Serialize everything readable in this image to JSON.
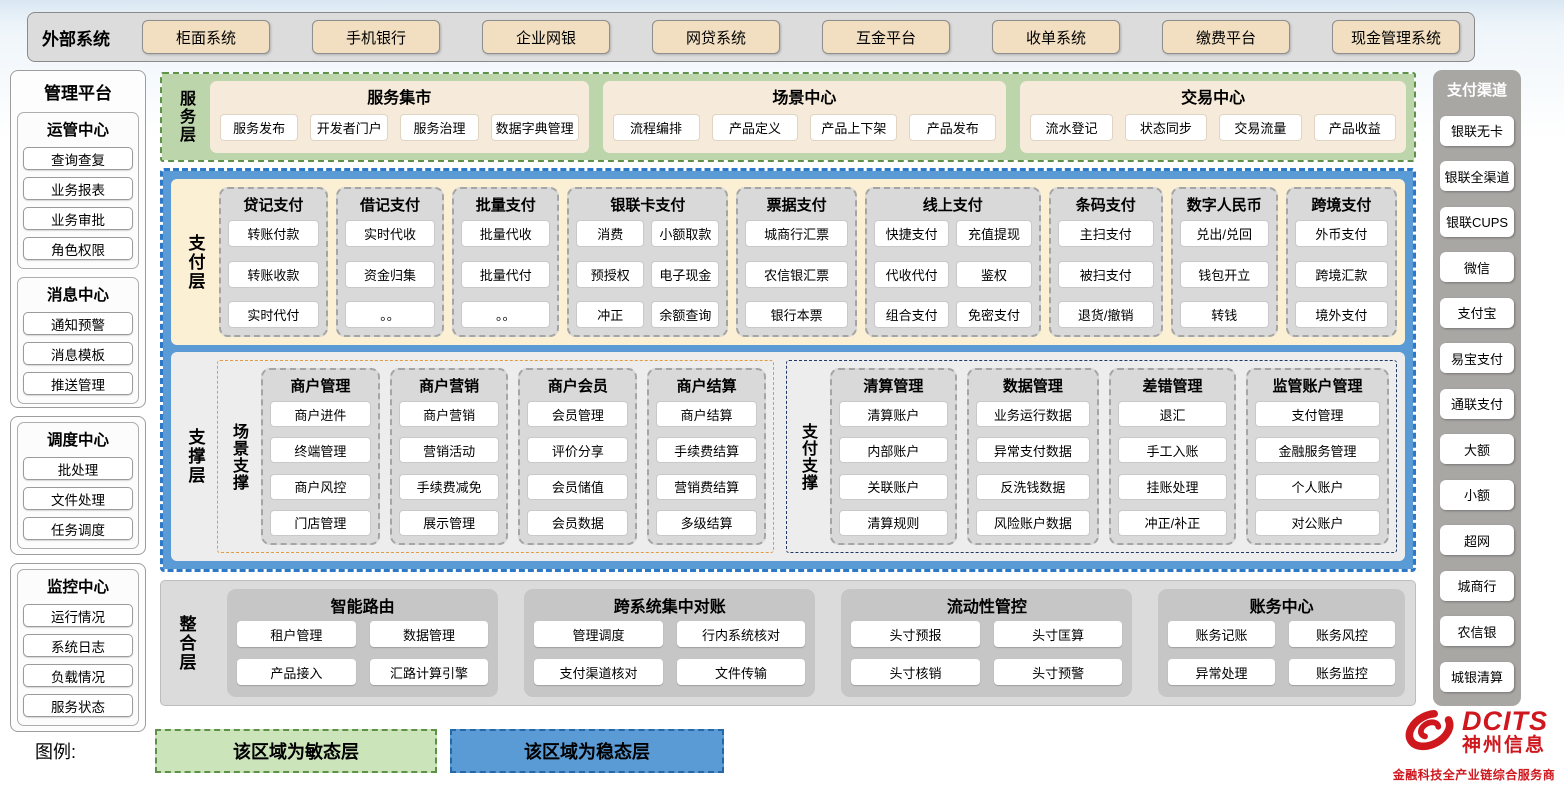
{
  "external": {
    "label": "外部系统",
    "items": [
      "柜面系统",
      "手机银行",
      "企业网银",
      "网贷系统",
      "互金平台",
      "收单系统",
      "缴费平台",
      "现金管理系统"
    ]
  },
  "management": {
    "title": "管理平台",
    "groups": [
      {
        "title": "运管中心",
        "items": [
          "查询查复",
          "业务报表",
          "业务审批",
          "角色权限"
        ]
      },
      {
        "title": "消息中心",
        "items": [
          "通知预警",
          "消息模板",
          "推送管理"
        ]
      },
      {
        "title": "调度中心",
        "items": [
          "批处理",
          "文件处理",
          "任务调度"
        ]
      },
      {
        "title": "监控中心",
        "items": [
          "运行情况",
          "系统日志",
          "负载情况",
          "服务状态"
        ]
      }
    ]
  },
  "service_layer": {
    "label": "服务层",
    "sections": [
      {
        "title": "服务集市",
        "items": [
          "服务发布",
          "开发者门户",
          "服务治理",
          "数据字典管理"
        ]
      },
      {
        "title": "场景中心",
        "items": [
          "流程编排",
          "产品定义",
          "产品上下架",
          "产品发布"
        ]
      },
      {
        "title": "交易中心",
        "items": [
          "流水登记",
          "状态同步",
          "交易流量",
          "产品收益"
        ]
      }
    ]
  },
  "payment_layer": {
    "label": "支付层",
    "columns": [
      {
        "title": "贷记支付",
        "cols": 1,
        "items": [
          "转账付款",
          "转账收款",
          "实时代付"
        ]
      },
      {
        "title": "借记支付",
        "cols": 1,
        "items": [
          "实时代收",
          "资金归集",
          "。。"
        ]
      },
      {
        "title": "批量支付",
        "cols": 1,
        "items": [
          "批量代收",
          "批量代付",
          "。。"
        ]
      },
      {
        "title": "银联卡支付",
        "cols": 2,
        "items": [
          "消费",
          "小额取款",
          "预授权",
          "电子现金",
          "冲正",
          "余额查询"
        ]
      },
      {
        "title": "票据支付",
        "cols": 1,
        "items": [
          "城商行汇票",
          "农信银汇票",
          "银行本票"
        ]
      },
      {
        "title": "线上支付",
        "cols": 2,
        "items": [
          "快捷支付",
          "充值提现",
          "代收代付",
          "鉴权",
          "组合支付",
          "免密支付"
        ]
      },
      {
        "title": "条码支付",
        "cols": 1,
        "items": [
          "主扫支付",
          "被扫支付",
          "退货/撤销"
        ]
      },
      {
        "title": "数字人民币",
        "cols": 1,
        "items": [
          "兑出/兑回",
          "钱包开立",
          "转钱"
        ]
      },
      {
        "title": "跨境支付",
        "cols": 1,
        "items": [
          "外币支付",
          "跨境汇款",
          "境外支付"
        ]
      }
    ]
  },
  "support_layer": {
    "label": "支撑层",
    "groups": [
      {
        "label": "场景支撑",
        "accent": "orange",
        "boxes": [
          {
            "title": "商户管理",
            "items": [
              "商户进件",
              "终端管理",
              "商户风控",
              "门店管理"
            ]
          },
          {
            "title": "商户营销",
            "items": [
              "商户营销",
              "营销活动",
              "手续费减免",
              "展示管理"
            ]
          },
          {
            "title": "商户会员",
            "items": [
              "会员管理",
              "评价分享",
              "会员储值",
              "会员数据"
            ]
          },
          {
            "title": "商户结算",
            "items": [
              "商户结算",
              "手续费结算",
              "营销费结算",
              "多级结算"
            ]
          }
        ]
      },
      {
        "label": "支付支撑",
        "accent": "navy",
        "boxes": [
          {
            "title": "清算管理",
            "items": [
              "清算账户",
              "内部账户",
              "关联账户",
              "清算规则"
            ]
          },
          {
            "title": "数据管理",
            "items": [
              "业务运行数据",
              "异常支付数据",
              "反洗钱数据",
              "风险账户数据"
            ]
          },
          {
            "title": "差错管理",
            "items": [
              "退汇",
              "手工入账",
              "挂账处理",
              "冲正/补正"
            ]
          },
          {
            "title": "监管账户管理",
            "items": [
              "支付管理",
              "金融服务管理",
              "个人账户",
              "对公账户"
            ]
          }
        ]
      }
    ]
  },
  "integration_layer": {
    "label": "整合层",
    "sections": [
      {
        "title": "智能路由",
        "items": [
          "租户管理",
          "数据管理",
          "产品接入",
          "汇路计算引擎"
        ]
      },
      {
        "title": "跨系统集中对账",
        "items": [
          "管理调度",
          "行内系统核对",
          "支付渠道核对",
          "文件传输"
        ]
      },
      {
        "title": "流动性管控",
        "items": [
          "头寸预报",
          "头寸匡算",
          "头寸核销",
          "头寸预警"
        ]
      },
      {
        "title": "账务中心",
        "items": [
          "账务记账",
          "账务风控",
          "异常处理",
          "账务监控"
        ]
      }
    ]
  },
  "channels": {
    "title": "支付渠道",
    "items": [
      "银联无卡",
      "银联全渠道",
      "银联CUPS",
      "微信",
      "支付宝",
      "易宝支付",
      "通联支付",
      "大额",
      "小额",
      "超网",
      "城商行",
      "农信银",
      "城银清算"
    ]
  },
  "legend": {
    "label": "图例:",
    "agile": "该区域为敏态层",
    "stable": "该区域为稳态层"
  },
  "logo": {
    "brand": "DCITS",
    "company": "神州信息",
    "tagline": "金融科技全产业链综合服务商"
  },
  "colors": {
    "agile_green_fill": "#bcd5aa",
    "agile_green_border": "#5d9248",
    "stable_blue_fill": "#5b9bd5",
    "stable_blue_border": "#2e79c7",
    "payment_cream": "#fbf0d3",
    "box_gray": "#d9d9d9",
    "scene_accent_orange": "#e39a45",
    "paysup_accent_navy": "#1f3864",
    "external_button_tan": "#f2dfc2",
    "brand_red": "#ce181e"
  }
}
